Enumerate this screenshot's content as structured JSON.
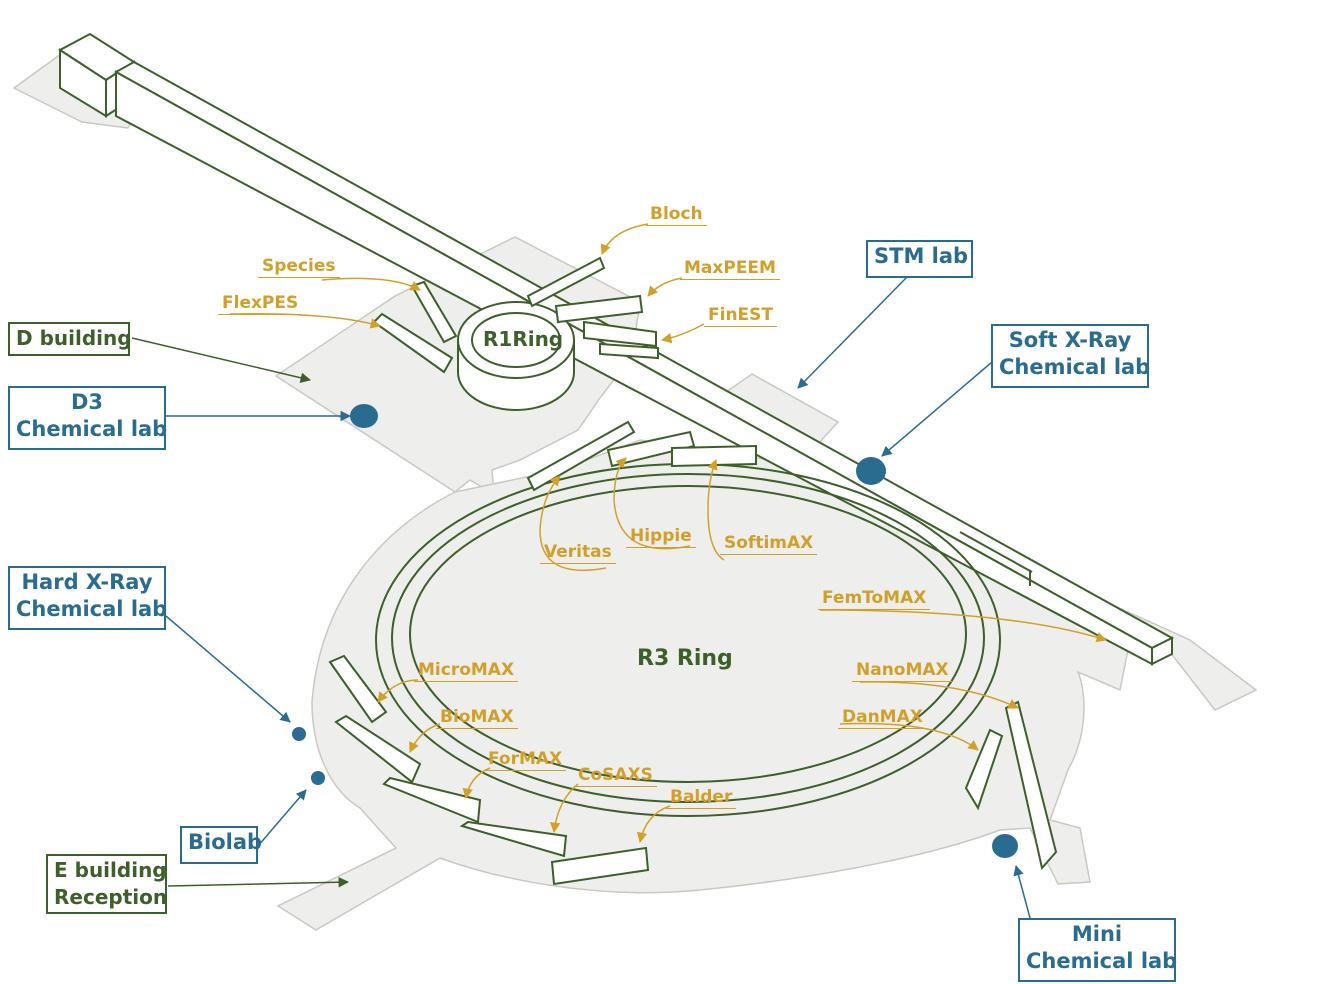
{
  "colors": {
    "structure": "#3d5f2a",
    "beamline": "#d2a02a",
    "lab": "#2a6c8f",
    "floor": "#eeeeec",
    "floor_edge": "#c9c9c4"
  },
  "rings": {
    "r1": "R1Ring",
    "r3": "R3 Ring"
  },
  "buildings": {
    "d_building": "D building",
    "e_building": [
      "E building",
      "Reception"
    ]
  },
  "labs": {
    "stm": "STM lab",
    "soft_xray": [
      "Soft X-Ray",
      "Chemical lab"
    ],
    "d3": [
      "D3",
      "Chemical lab"
    ],
    "hard_xray": [
      "Hard X-Ray",
      "Chemical lab"
    ],
    "biolab": "Biolab",
    "mini": [
      "Mini",
      "Chemical lab"
    ]
  },
  "beamlines": {
    "bloch": "Bloch",
    "maxpeem": "MaxPEEM",
    "finest": "FinEST",
    "species": "Species",
    "flexpes": "FlexPES",
    "veritas": "Veritas",
    "hippie": "Hippie",
    "softimax": "SoftimAX",
    "femtomax": "FemToMAX",
    "nanomax": "NanoMAX",
    "danmax": "DanMAX",
    "micromax": "MicroMAX",
    "biomax": "BioMAX",
    "formax": "ForMAX",
    "cosaxs": "CoSAXS",
    "balder": "Balder"
  }
}
